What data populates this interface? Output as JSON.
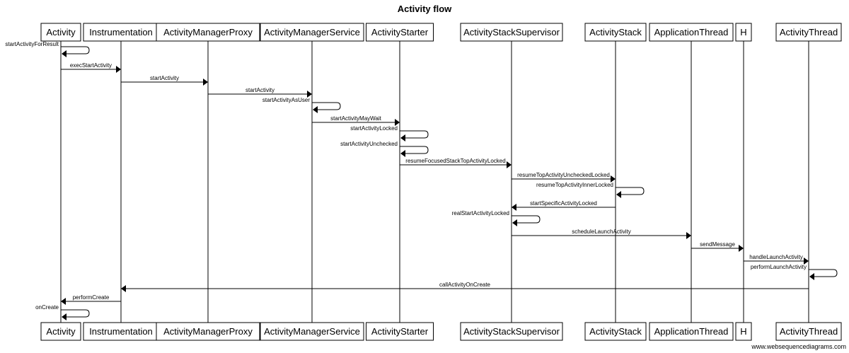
{
  "title": "Activity flow",
  "watermark": "www.websequencediagrams.com",
  "participants": [
    {
      "id": "activity",
      "label": "Activity"
    },
    {
      "id": "instrumentation",
      "label": "Instrumentation"
    },
    {
      "id": "amp",
      "label": "ActivityManagerProxy"
    },
    {
      "id": "ams",
      "label": "ActivityManagerService"
    },
    {
      "id": "starter",
      "label": "ActivityStarter"
    },
    {
      "id": "supervisor",
      "label": "ActivityStackSupervisor"
    },
    {
      "id": "stack",
      "label": "ActivityStack"
    },
    {
      "id": "appthread",
      "label": "ApplicationThread"
    },
    {
      "id": "h",
      "label": "H"
    },
    {
      "id": "activitythread",
      "label": "ActivityThread"
    }
  ],
  "messages": [
    {
      "from": "activity",
      "to": "activity",
      "label": "startActivityForResult"
    },
    {
      "from": "activity",
      "to": "instrumentation",
      "label": "execStartActivity"
    },
    {
      "from": "instrumentation",
      "to": "amp",
      "label": "startActivity"
    },
    {
      "from": "amp",
      "to": "ams",
      "label": "startActivity"
    },
    {
      "from": "ams",
      "to": "ams",
      "label": "startActivityAsUser"
    },
    {
      "from": "ams",
      "to": "starter",
      "label": "startActivityMayWait"
    },
    {
      "from": "starter",
      "to": "starter",
      "label": "startActivityLocked"
    },
    {
      "from": "starter",
      "to": "starter",
      "label": "startActivityUnchecked"
    },
    {
      "from": "starter",
      "to": "supervisor",
      "label": "resumeFocusedStackTopActivityLocked"
    },
    {
      "from": "supervisor",
      "to": "stack",
      "label": "resumeTopActivityUncheckedLocked"
    },
    {
      "from": "stack",
      "to": "stack",
      "label": "resumeTopActivityInnerLocked"
    },
    {
      "from": "stack",
      "to": "supervisor",
      "label": "startSpecificActivityLocked"
    },
    {
      "from": "supervisor",
      "to": "supervisor",
      "label": "realStartActivityLocked"
    },
    {
      "from": "supervisor",
      "to": "appthread",
      "label": "scheduleLaunchActivity"
    },
    {
      "from": "appthread",
      "to": "h",
      "label": "sendMessage"
    },
    {
      "from": "h",
      "to": "activitythread",
      "label": "handleLaunchActivity"
    },
    {
      "from": "activitythread",
      "to": "activitythread",
      "label": "performLaunchActivity"
    },
    {
      "from": "activitythread",
      "to": "instrumentation",
      "label": "callActivityOnCreate"
    },
    {
      "from": "instrumentation",
      "to": "activity",
      "label": "performCreate"
    },
    {
      "from": "activity",
      "to": "activity",
      "label": "onCreate"
    }
  ]
}
